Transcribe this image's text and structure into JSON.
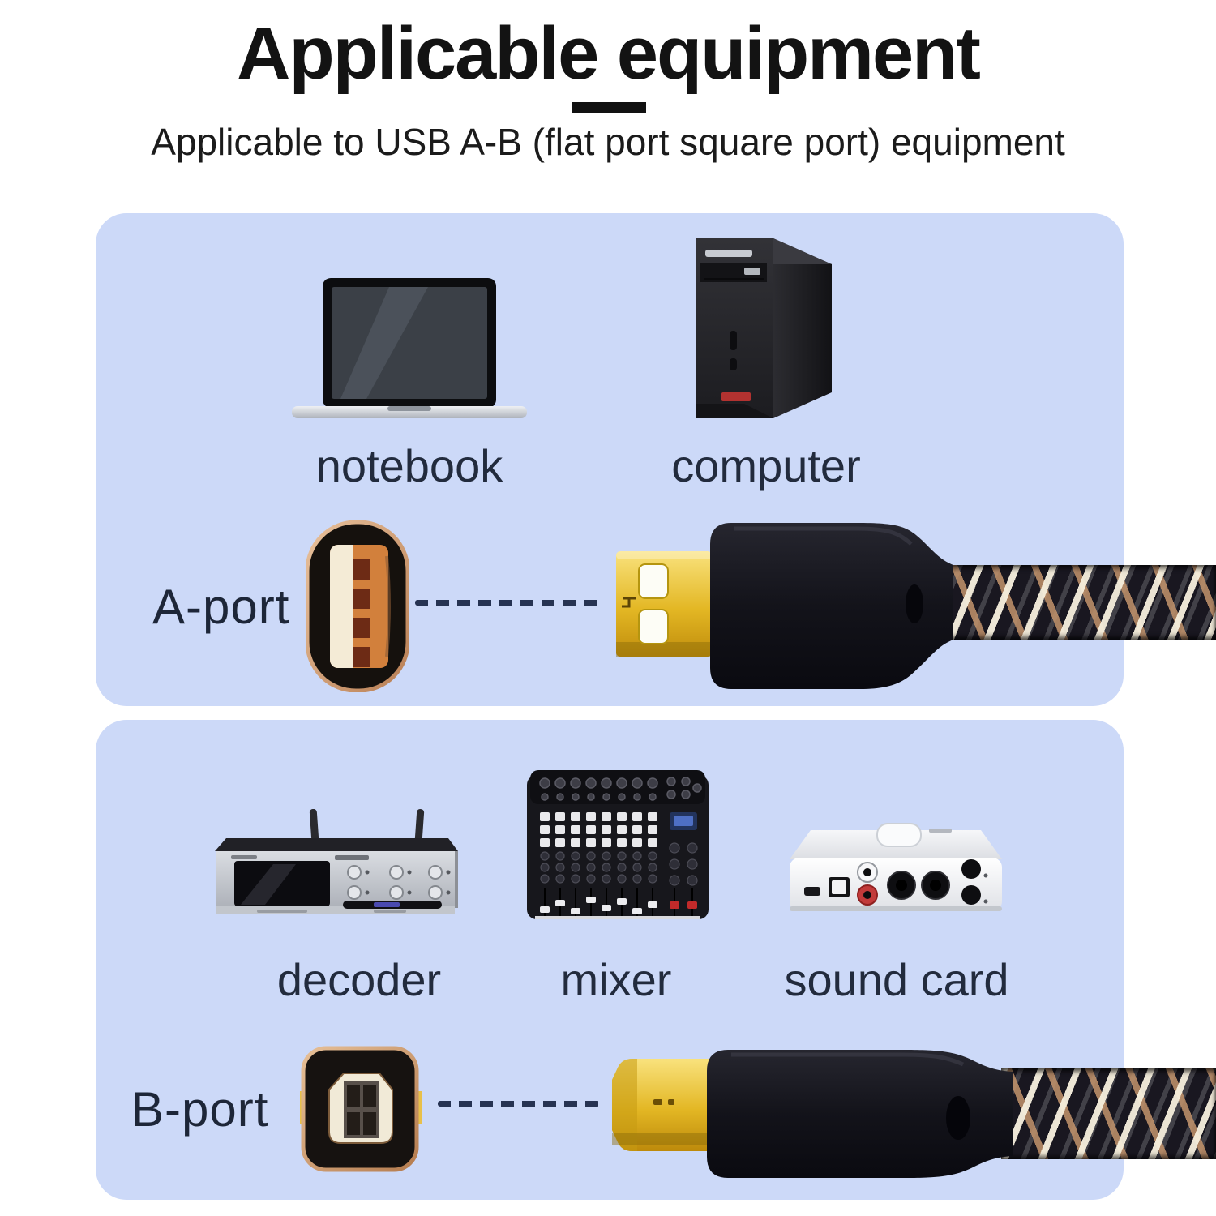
{
  "header": {
    "title": "Applicable equipment",
    "subtitle": "Applicable to USB A-B (flat port square port) equipment"
  },
  "panel_a": {
    "devices": [
      {
        "label": "notebook"
      },
      {
        "label": "computer"
      }
    ],
    "port": {
      "label": "A-port"
    }
  },
  "panel_b": {
    "devices": [
      {
        "label": "decoder"
      },
      {
        "label": "mixer"
      },
      {
        "label": "sound card"
      }
    ],
    "port": {
      "label": "B-port"
    }
  },
  "colors": {
    "panel_bg": "#ccd9f8",
    "title_text": "#131313",
    "label_text": "#222b3d",
    "dash": "#263352",
    "connector_gold": "#e3b724",
    "port_copper": "#cf9d74",
    "cable_black": "#191720"
  }
}
